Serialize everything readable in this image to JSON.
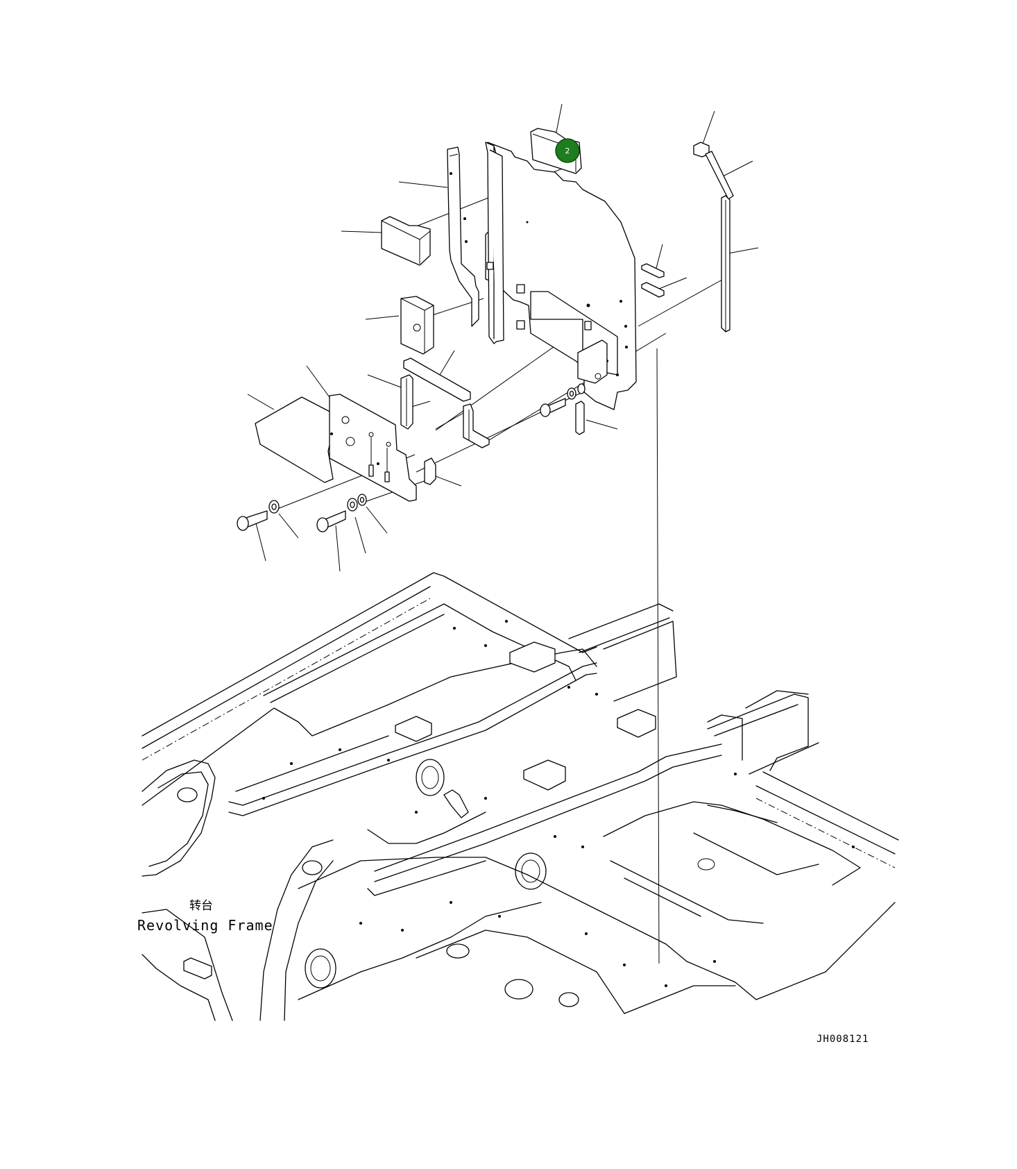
{
  "callout": {
    "number": "2",
    "color": "#1e7d1e"
  },
  "labels": {
    "frame_cn": "转台",
    "frame_en": "Revolving Frame"
  },
  "drawing_code": "JH008121"
}
